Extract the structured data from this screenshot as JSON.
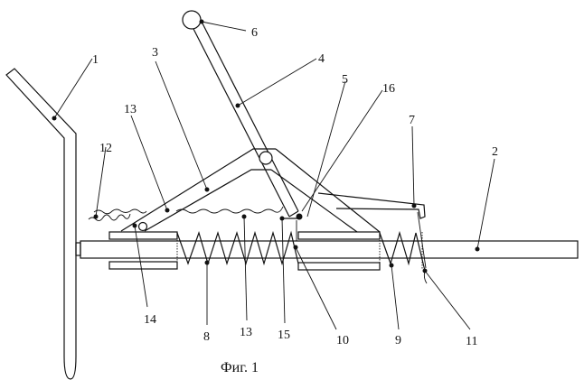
{
  "figure": {
    "caption": "Фиг. 1",
    "labels": {
      "l1": "1",
      "l2": "2",
      "l3": "3",
      "l4": "4",
      "l5": "5",
      "l6": "6",
      "l7": "7",
      "l8": "8",
      "l9": "9",
      "l10": "10",
      "l11": "11",
      "l12": "12",
      "l13a": "13",
      "l13b": "13",
      "l14": "14",
      "l15": "15",
      "l16": "16"
    }
  }
}
